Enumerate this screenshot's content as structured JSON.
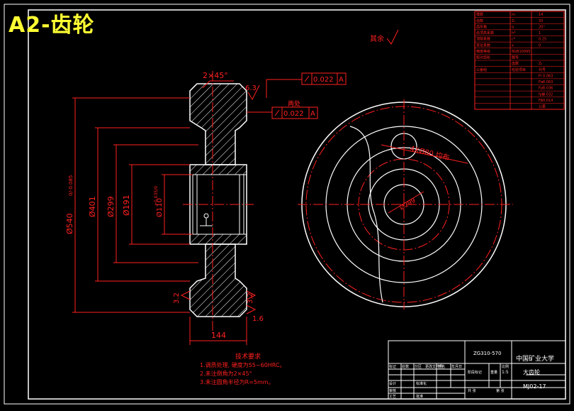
{
  "title": "A2-齿轮",
  "surface": {
    "chamfer": "2×45°",
    "roughness_top": "6.3",
    "roughness_bottom": "3.2",
    "roughness_bottom2": "1.6",
    "roughness_left": "3.2",
    "other": "其余",
    "two_sides": "两处"
  },
  "tolerances": {
    "frame1": {
      "value": "0.022",
      "datum": "A"
    },
    "frame2": {
      "value": "0.022",
      "datum": "A"
    }
  },
  "dims": {
    "d1": "Ø540",
    "d1_tol": "0/-0.085",
    "d2": "Ø401",
    "d3": "Ø299",
    "d4": "Ø191",
    "d5": "Ø110",
    "d5_tol": "+0.035/0",
    "width": "144",
    "holes": "4XØ80 均布",
    "hub": "Ø299"
  },
  "tech": {
    "heading": "技术要求",
    "lines": [
      "1.调质处理, 硬度为55~60HRC。",
      "2.未注倒角为2×45°",
      "3.未注圆角半径为R=5mm。"
    ]
  },
  "params_table": {
    "rows": [
      [
        "模数",
        "m",
        "14"
      ],
      [
        "齿数",
        "Z₁",
        "33"
      ],
      [
        "齿形角",
        "α",
        "20°"
      ],
      [
        "齿顶高系数",
        "h*",
        "1"
      ],
      [
        "顶隙系数",
        "c*",
        "0.25"
      ],
      [
        "变位系数",
        "x",
        "0"
      ],
      [
        "精度等级",
        "8GB10095",
        ""
      ],
      [
        "配对齿轮",
        "图号",
        ""
      ],
      [
        "",
        "齿数",
        "Z₂"
      ],
      [
        "公差组",
        "检验项目",
        "代号"
      ],
      [
        "",
        "",
        "Fr"
      ],
      [
        "",
        "",
        "Fw"
      ],
      [
        "",
        "",
        "Fpt"
      ],
      [
        "",
        "",
        "fpb"
      ],
      [
        "",
        "",
        "Fβ"
      ],
      [
        "",
        "",
        "公差"
      ]
    ],
    "values_right": [
      "0.063",
      "0.063",
      "0.036",
      "0.032",
      "0.014"
    ]
  },
  "title_block": {
    "material": "ZG310-570",
    "school": "中国矿业大学",
    "part": "大齿轮",
    "drawing_no": "MJ02-17",
    "scale": "1:5",
    "labels": [
      "标记",
      "处数",
      "分区",
      "更改文件号",
      "签名",
      "年月日",
      "设计",
      "标准化",
      "阶段标记",
      "重量",
      "比例",
      "审核",
      "工艺",
      "批准",
      "共 张",
      "第 张"
    ]
  },
  "colors": {
    "background": "#000000",
    "line": "#ffffff",
    "dim": "#ff2020",
    "title": "#ffff33",
    "hatch": "#ffffff"
  }
}
